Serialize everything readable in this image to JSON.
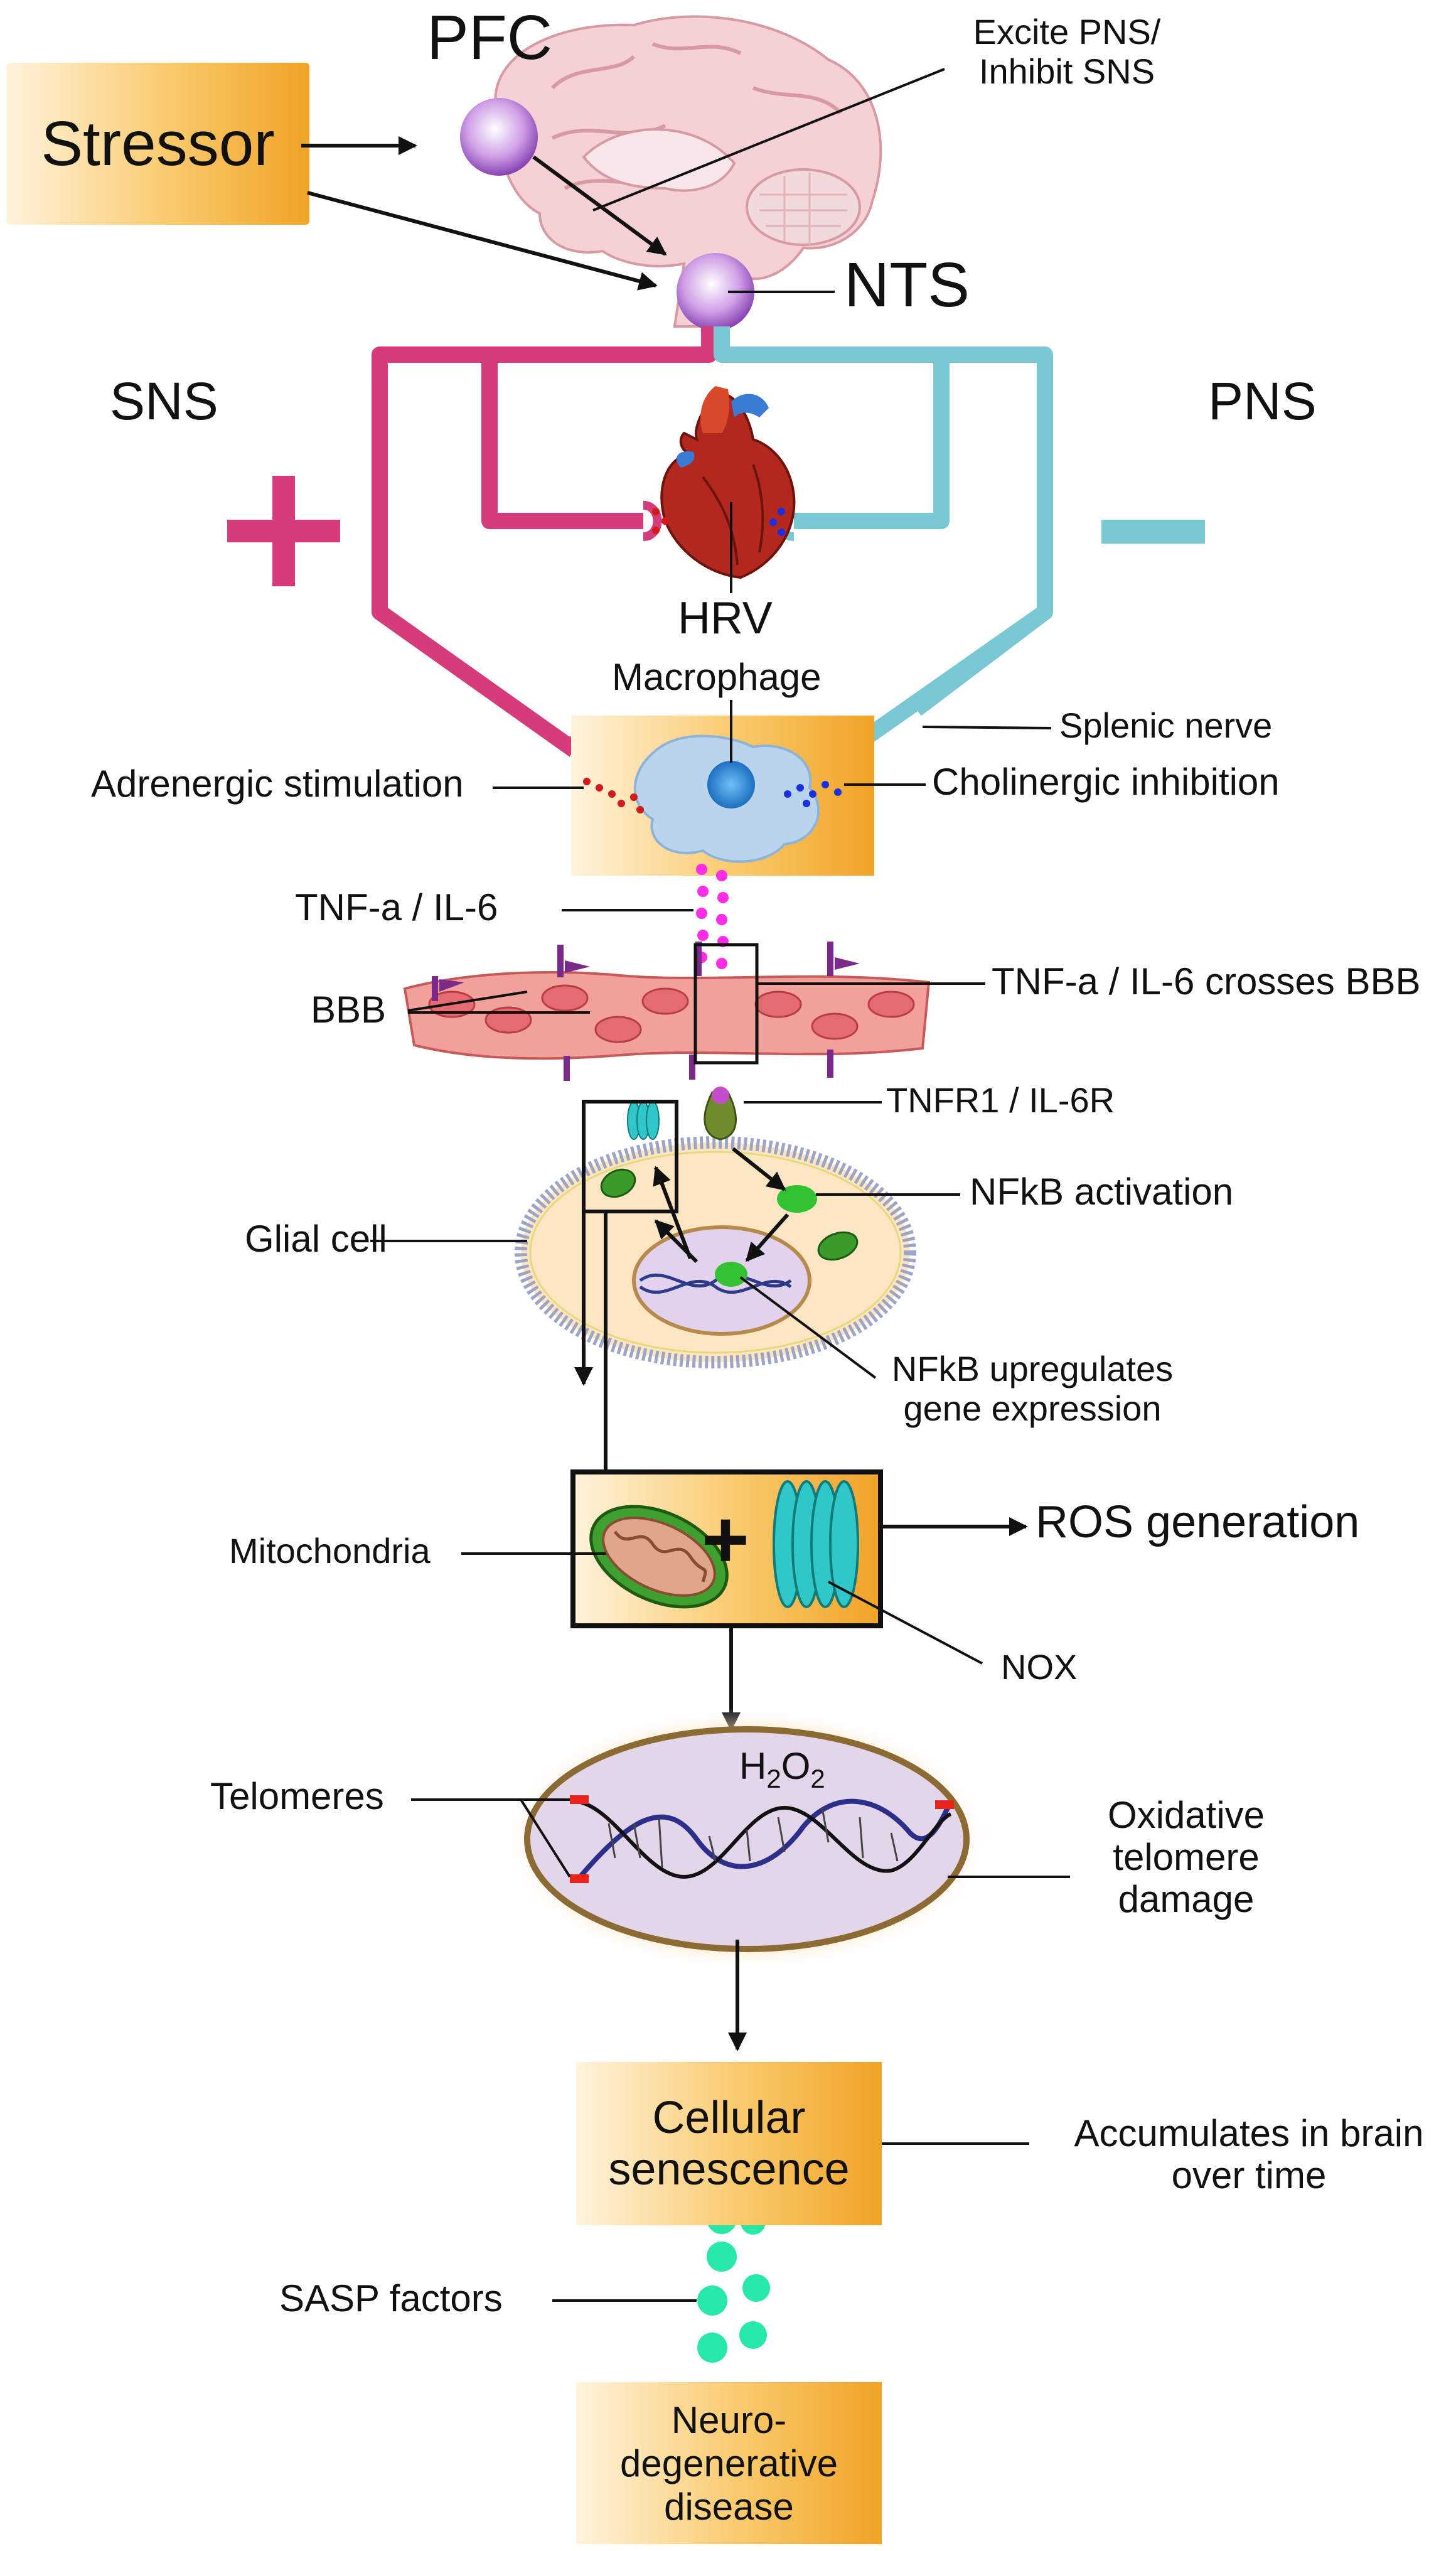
{
  "stressor": "Stressor",
  "pfc": "PFC",
  "nts": "NTS",
  "excite": [
    "Excite PNS/",
    "Inhibit SNS"
  ],
  "sns": "SNS",
  "pns": "PNS",
  "plus_sign": "+",
  "minus_sign": "−",
  "hrv": "HRV",
  "macrophage": "Macrophage",
  "splenic_nerve": "Splenic nerve",
  "adrenergic": "Adrenergic stimulation",
  "cholinergic": "Cholinergic inhibition",
  "tnf_il6": "TNF-a / IL-6",
  "tnf_crosses": "TNF-a / IL-6 crosses BBB",
  "bbb": "BBB",
  "receptor": "TNFR1 / IL-6R",
  "nfkb_activation": "NFkB activation",
  "glial_cell": "Glial cell",
  "nfkb_upregulates": [
    "NFkB upregulates",
    "gene expression"
  ],
  "mitochondria": "Mitochondria",
  "combine_sign": "+",
  "ros": "ROS generation",
  "nox": "NOX",
  "h2o2": {
    "h": "H",
    "n1": "2",
    "o": "O",
    "n2": "2"
  },
  "telomeres": "Telomeres",
  "oxidative": [
    "Oxidative",
    "telomere",
    "damage"
  ],
  "cellular": [
    "Cellular",
    "senescence"
  ],
  "accumulates": [
    "Accumulates in brain",
    "over time"
  ],
  "sasp": "SASP factors",
  "disease": [
    "Neuro-",
    "degenerative",
    "disease"
  ],
  "colors": {
    "sns": "#d63b7b",
    "pns": "#79c8d3",
    "box_light": "#fff3dc",
    "box_dark": "#f0a326",
    "node_purple": "#9b59c4",
    "nfkb_green": "#33c233",
    "sasp_teal": "#26e8a8",
    "tnf_magenta": "#ff2de6",
    "nox_teal": "#22b9b9"
  }
}
